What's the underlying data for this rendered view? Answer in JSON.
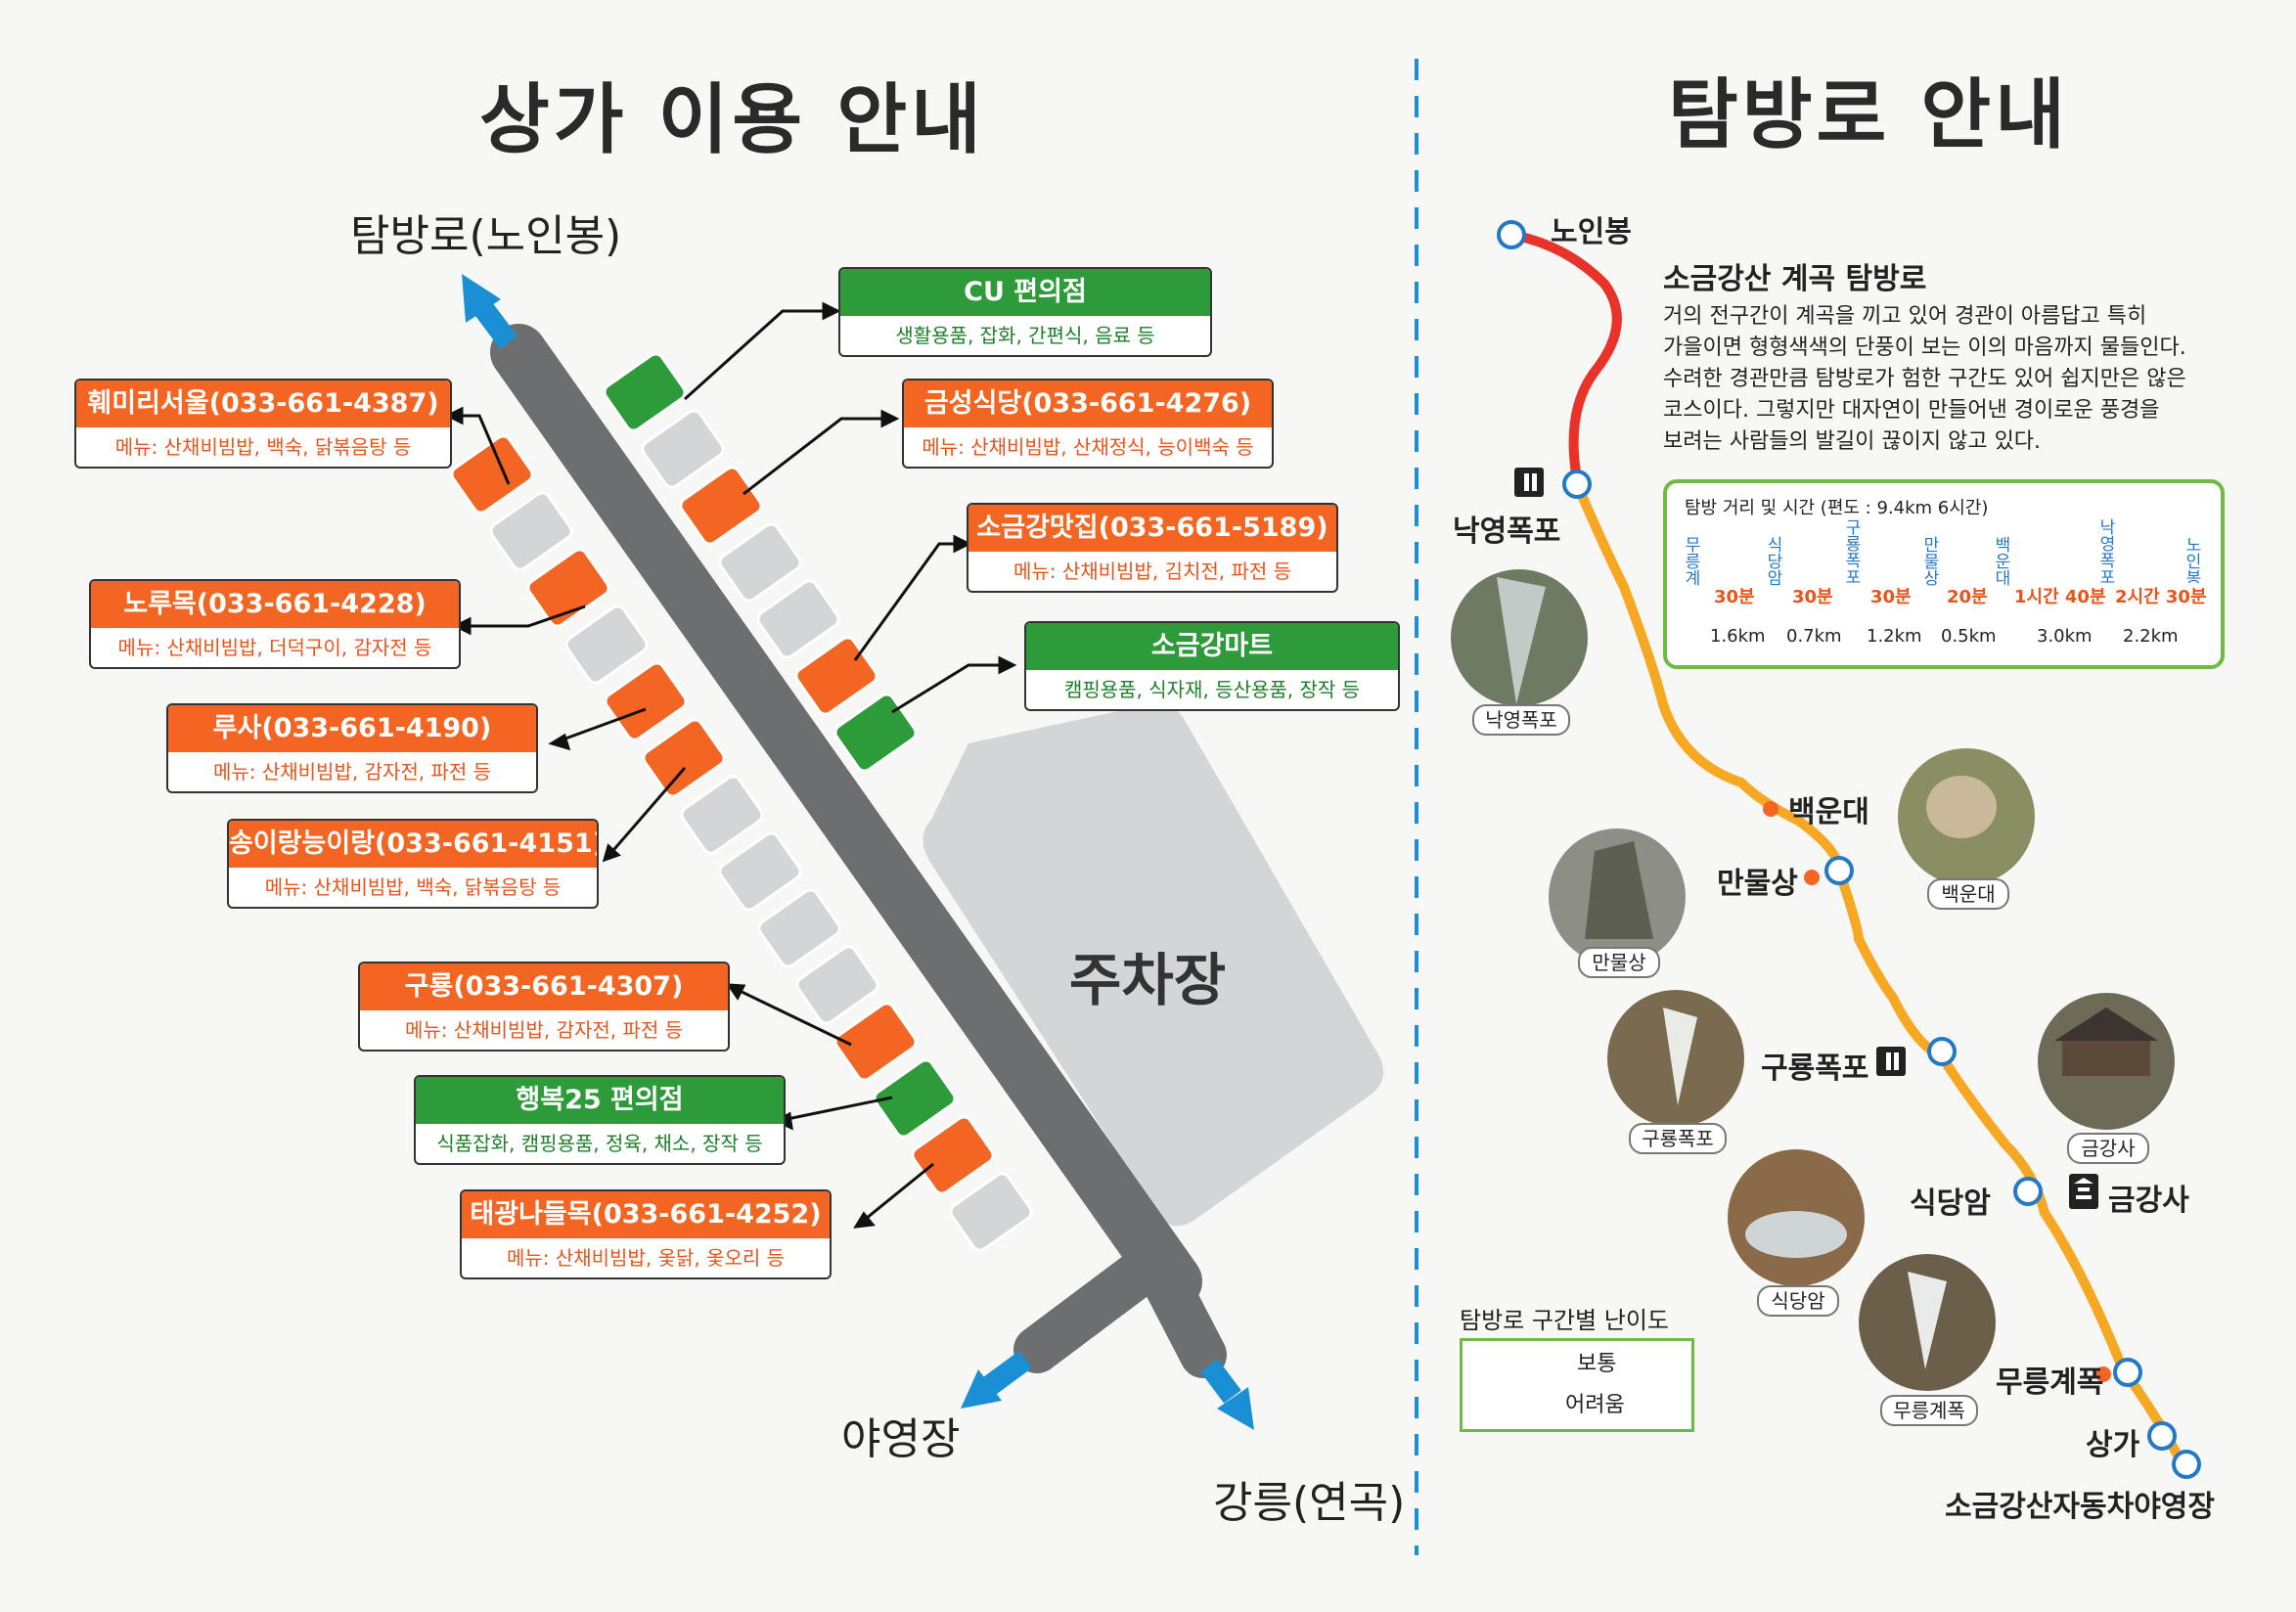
{
  "left": {
    "title": "상가 이용 안내",
    "to_trail": "탐방로(노인봉)",
    "to_camp": "야영장",
    "to_gangneung": "강릉(연곡)",
    "parking": "주차장",
    "shops": [
      {
        "name": "CU 편의점",
        "menu": "생활용품, 잡화, 간편식, 음료 등",
        "color": "green"
      },
      {
        "name": "훼미리서울(033-661-4387)",
        "menu": "메뉴: 산채비빔밥, 백숙, 닭볶음탕 등",
        "color": "orange"
      },
      {
        "name": "금성식당(033-661-4276)",
        "menu": "메뉴: 산채비빔밥, 산채정식, 능이백숙 등",
        "color": "orange"
      },
      {
        "name": "소금강맛집(033-661-5189)",
        "menu": "메뉴: 산채비빔밥, 김치전, 파전 등",
        "color": "orange"
      },
      {
        "name": "노루목(033-661-4228)",
        "menu": "메뉴: 산채비빔밥, 더덕구이, 감자전 등",
        "color": "orange"
      },
      {
        "name": "소금강마트",
        "menu": "캠핑용품, 식자재, 등산용품, 장작 등",
        "color": "green"
      },
      {
        "name": "루사(033-661-4190)",
        "menu": "메뉴: 산채비빔밥, 감자전, 파전 등",
        "color": "orange"
      },
      {
        "name": "송이랑능이랑(033-661-4151)",
        "menu": "메뉴: 산채비빔밥, 백숙, 닭볶음탕 등",
        "color": "orange"
      },
      {
        "name": "구룡(033-661-4307)",
        "menu": "메뉴: 산채비빔밥, 감자전, 파전 등",
        "color": "orange"
      },
      {
        "name": "행복25 편의점",
        "menu": "식품잡화, 캠핑용품, 정육, 채소, 장작 등",
        "color": "green"
      },
      {
        "name": "태광나들목(033-661-4252)",
        "menu": "메뉴: 산채비빔밥, 옻닭, 옻오리 등",
        "color": "orange"
      }
    ]
  },
  "right": {
    "title": "탐방로 안내",
    "trail_name": "소금강산 계곡 탐방로",
    "desc": [
      "거의 전구간이 계곡을 끼고 있어 경관이 아름답고 특히",
      "가을이면 형형색색의 단풍이 보는 이의 마음까지 물들인다.",
      "수려한 경관만큼 탐방로가 험한 구간도 있어 쉽지만은 않은",
      "코스이다. 그렇지만 대자연이 만들어낸 경이로운 풍경을",
      "보려는 사람들의 발길이 끊이지 않고 있다."
    ],
    "distance_title": "탐방 거리 및 시간 (편도 : 9.4km 6시간)",
    "distance_stops": [
      "무릉계",
      "식당암",
      "구룡폭포",
      "만물상",
      "백운대",
      "낙영폭포",
      "노인봉"
    ],
    "segment_times": [
      "30분",
      "30분",
      "30분",
      "20분",
      "1시간 40분",
      "2시간 30분"
    ],
    "segment_km": [
      "1.6km",
      "0.7km",
      "1.2km",
      "0.5km",
      "3.0km",
      "2.2km"
    ],
    "stops": {
      "noinbong": "노인봉",
      "nakyeong": "낙영폭포",
      "baekundae": "백운대",
      "manmulsang": "만물상",
      "guryong": "구룡폭포",
      "sikdangam": "식당암",
      "geumgangsa": "금강사",
      "mureung": "무릉계폭",
      "sangga": "상가",
      "campsite": "소금강산자동차야영장"
    },
    "photos": [
      "낙영폭포",
      "백운대",
      "만물상",
      "구룡폭포",
      "금강사",
      "식당암",
      "무릉계폭"
    ],
    "legend": {
      "title": "탐방로 구간별 난이도",
      "normal": "보통",
      "hard": "어려움"
    }
  },
  "colors": {
    "orange": "#f26522",
    "green": "#2e9b3a",
    "trail_normal": "#f7a823",
    "trail_hard": "#e8322a",
    "arrow_blue": "#1b8fd6",
    "road": "#6d6e70",
    "divider": "#1b8fd6"
  }
}
